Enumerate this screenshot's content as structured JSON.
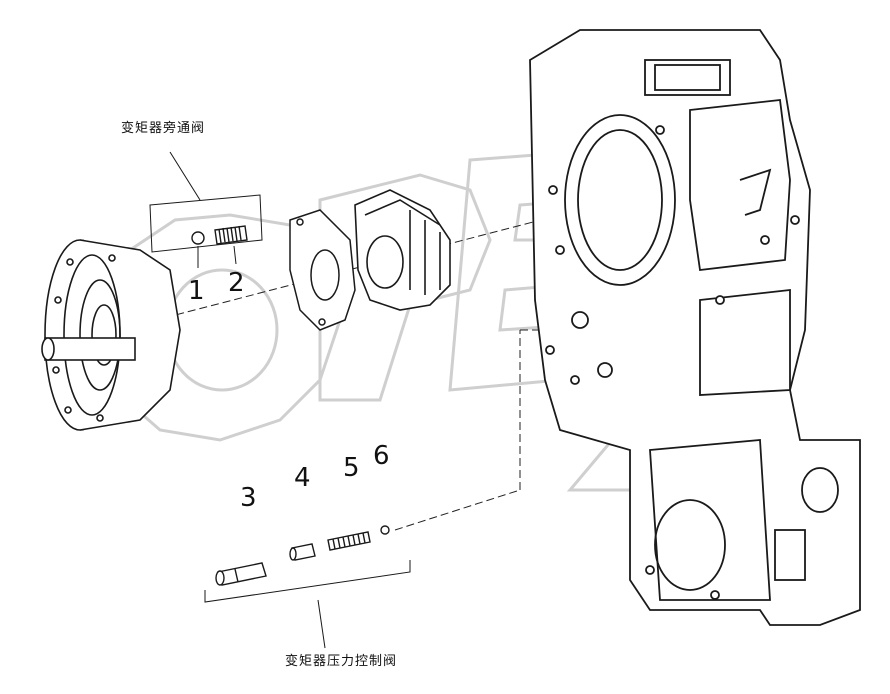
{
  "watermark": "OPEX",
  "captions": {
    "bypass_valve": "变矩器旁通阀",
    "pressure_control_valve": "变矩器压力控制阀"
  },
  "part_numbers": [
    "1",
    "2",
    "3",
    "4",
    "5",
    "6"
  ],
  "colors": {
    "line": "#1a1a1a",
    "watermark": "#d9d9d9",
    "background": "#ffffff"
  }
}
